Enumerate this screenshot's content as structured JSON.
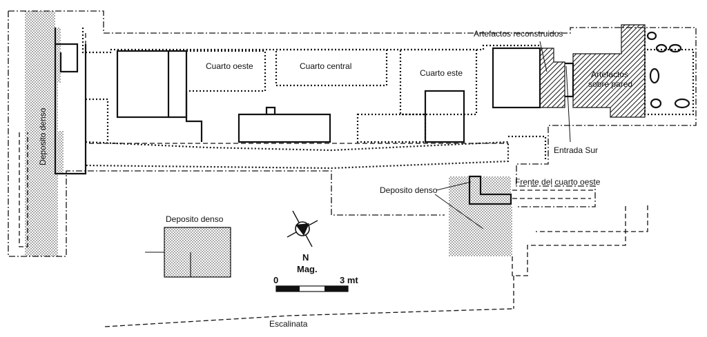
{
  "labels": {
    "cuarto_oeste": "Cuarto oeste",
    "cuarto_central": "Cuarto central",
    "cuarto_este": "Cuarto este",
    "artefactos_reconstruidos": "Artefactos reconstruidos",
    "artefactos_sobre_pared_1": "Artefactos",
    "artefactos_sobre_pared_2": "sobre pared",
    "entrada_sur": "Entrada Sur",
    "deposito_denso_vertical": "Deposito denso",
    "deposito_denso_center": "Deposito denso",
    "frente_cuarto_oeste": "Frente del cuarto oeste",
    "deposito_denso_left": "Deposito denso",
    "escalinata": "Escalinata"
  },
  "north_arrow": {
    "letter": "N",
    "sub": "Mag."
  },
  "scale_bar": {
    "start": "0",
    "end": "3 mt"
  },
  "colors": {
    "ink": "#111111",
    "background": "#ffffff"
  }
}
